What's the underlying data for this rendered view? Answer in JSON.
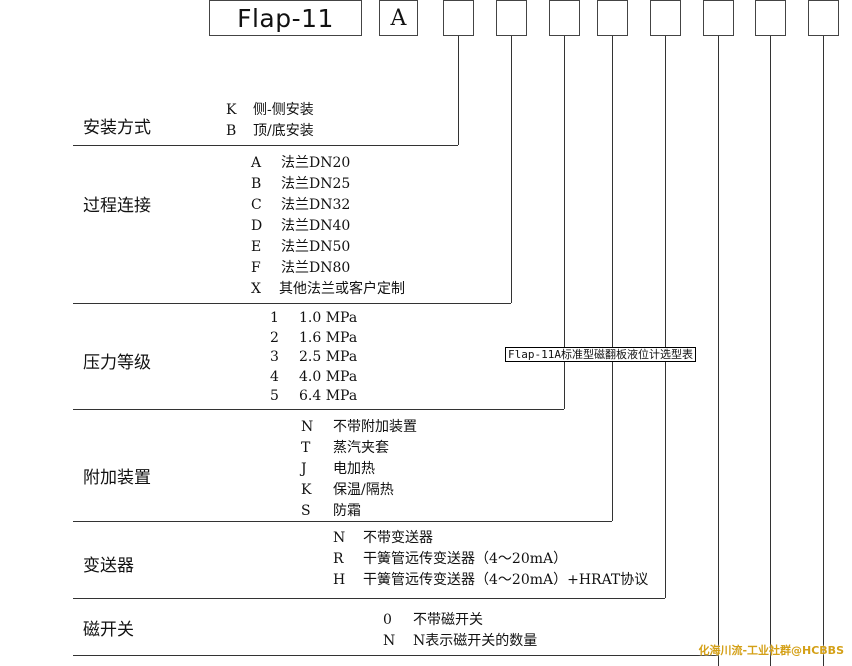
{
  "header": {
    "model": "Flap-11",
    "code_a": "A"
  },
  "sections": [
    {
      "title": "安装方式",
      "options": [
        {
          "code": "K",
          "text": "侧-侧安装"
        },
        {
          "code": "B",
          "text": "顶/底安装"
        }
      ]
    },
    {
      "title": "过程连接",
      "options": [
        {
          "code": "A",
          "text": "法兰DN20"
        },
        {
          "code": "B",
          "text": "法兰DN25"
        },
        {
          "code": "C",
          "text": "法兰DN32"
        },
        {
          "code": "D",
          "text": "法兰DN40"
        },
        {
          "code": "E",
          "text": "法兰DN50"
        },
        {
          "code": "F",
          "text": "法兰DN80"
        },
        {
          "code": "X",
          "text": "其他法兰或客户定制"
        }
      ]
    },
    {
      "title": "压力等级",
      "options": [
        {
          "code": "1",
          "text": "1.0 MPa"
        },
        {
          "code": "2",
          "text": "1.6 MPa"
        },
        {
          "code": "3",
          "text": "2.5 MPa"
        },
        {
          "code": "4",
          "text": "4.0 MPa"
        },
        {
          "code": "5",
          "text": "6.4 MPa"
        }
      ]
    },
    {
      "title": "附加装置",
      "options": [
        {
          "code": "N",
          "text": "不带附加装置"
        },
        {
          "code": "T",
          "text": "蒸汽夹套"
        },
        {
          "code": "J",
          "text": "电加热"
        },
        {
          "code": "K",
          "text": "保温/隔热"
        },
        {
          "code": "S",
          "text": "防霜"
        }
      ]
    },
    {
      "title": "变送器",
      "options": [
        {
          "code": "N",
          "text": "不带变送器"
        },
        {
          "code": "R",
          "text": "干簧管远传变送器（4～20mA）"
        },
        {
          "code": "H",
          "text": "干簧管远传变送器（4～20mA）+HRAT协议"
        }
      ]
    },
    {
      "title": "磁开关",
      "options": [
        {
          "code": "0",
          "text": "不带磁开关"
        },
        {
          "code": "N",
          "text": "N表示磁开关的数量"
        }
      ]
    }
  ],
  "stamp_label": "Flap-11A标准型磁翻板液位计选型表",
  "watermark": "化海川流-工业社群@HCBBS"
}
